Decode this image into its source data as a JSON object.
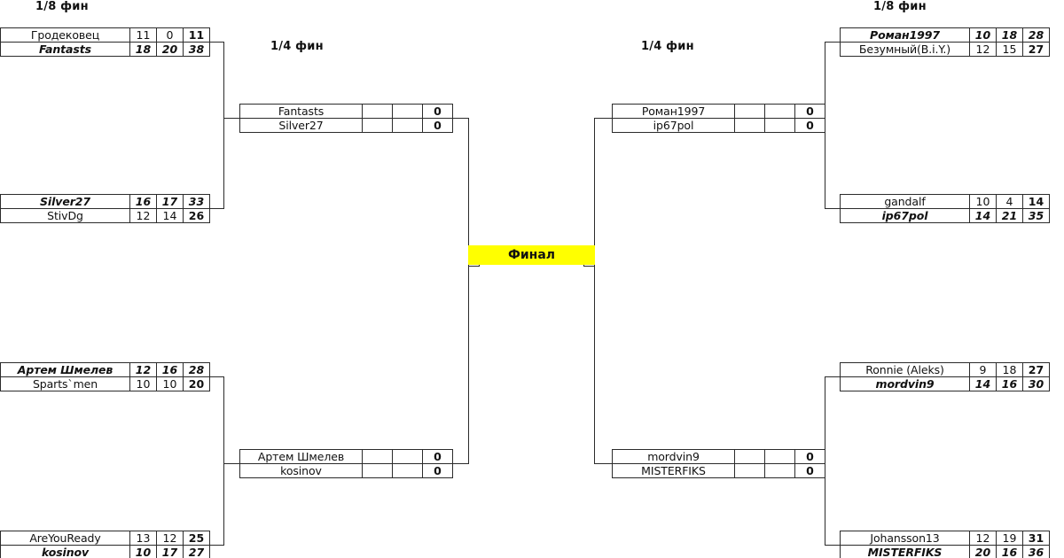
{
  "labels": {
    "r8_left": "1/8 фин",
    "r8_right": "1/8 фин",
    "r4_left": "1/4 фин",
    "r4_right": "1/4 фин",
    "final": "Финал"
  },
  "colors": {
    "final_highlight": "#ffff00",
    "line": "#2b2b2b",
    "text": "#111111",
    "background": "#ffffff"
  },
  "matches": {
    "left_r8_1": {
      "rows": [
        {
          "name": "Гродековец",
          "s1": "11",
          "s2": "0",
          "total": "11",
          "winner": false
        },
        {
          "name": "Fantasts",
          "s1": "18",
          "s2": "20",
          "total": "38",
          "winner": true
        }
      ]
    },
    "left_r8_2": {
      "rows": [
        {
          "name": "Silver27",
          "s1": "16",
          "s2": "17",
          "total": "33",
          "winner": true
        },
        {
          "name": "StivDg",
          "s1": "12",
          "s2": "14",
          "total": "26",
          "winner": false
        }
      ]
    },
    "left_r8_3": {
      "rows": [
        {
          "name": "Артем Шмелев",
          "s1": "12",
          "s2": "16",
          "total": "28",
          "winner": true
        },
        {
          "name": "Sparts`men",
          "s1": "10",
          "s2": "10",
          "total": "20",
          "winner": false
        }
      ]
    },
    "left_r8_4": {
      "rows": [
        {
          "name": "AreYouReady",
          "s1": "13",
          "s2": "12",
          "total": "25",
          "winner": false
        },
        {
          "name": "kosinov",
          "s1": "10",
          "s2": "17",
          "total": "27",
          "winner": true
        }
      ]
    },
    "right_r8_1": {
      "rows": [
        {
          "name": "Роман1997",
          "s1": "10",
          "s2": "18",
          "total": "28",
          "winner": true
        },
        {
          "name": "Безумный(B.i.Y.)",
          "s1": "12",
          "s2": "15",
          "total": "27",
          "winner": false
        }
      ]
    },
    "right_r8_2": {
      "rows": [
        {
          "name": "gandalf",
          "s1": "10",
          "s2": "4",
          "total": "14",
          "winner": false
        },
        {
          "name": "ip67pol",
          "s1": "14",
          "s2": "21",
          "total": "35",
          "winner": true
        }
      ]
    },
    "right_r8_3": {
      "rows": [
        {
          "name": "Ronnie (Aleks)",
          "s1": "9",
          "s2": "18",
          "total": "27",
          "winner": false
        },
        {
          "name": "mordvin9",
          "s1": "14",
          "s2": "16",
          "total": "30",
          "winner": true
        }
      ]
    },
    "right_r8_4": {
      "rows": [
        {
          "name": "Johansson13",
          "s1": "12",
          "s2": "19",
          "total": "31",
          "winner": false
        },
        {
          "name": "MISTERFIKS",
          "s1": "20",
          "s2": "16",
          "total": "36",
          "winner": true
        }
      ]
    },
    "left_r4_top": {
      "rows": [
        {
          "name": "Fantasts",
          "s1": "",
          "s2": "",
          "total": "0",
          "winner": false
        },
        {
          "name": "Silver27",
          "s1": "",
          "s2": "",
          "total": "0",
          "winner": false
        }
      ]
    },
    "left_r4_bottom": {
      "rows": [
        {
          "name": "Артем Шмелев",
          "s1": "",
          "s2": "",
          "total": "0",
          "winner": false
        },
        {
          "name": "kosinov",
          "s1": "",
          "s2": "",
          "total": "0",
          "winner": false
        }
      ]
    },
    "right_r4_top": {
      "rows": [
        {
          "name": "Роман1997",
          "s1": "",
          "s2": "",
          "total": "0",
          "winner": false
        },
        {
          "name": "ip67pol",
          "s1": "",
          "s2": "",
          "total": "0",
          "winner": false
        }
      ]
    },
    "right_r4_bottom": {
      "rows": [
        {
          "name": "mordvin9",
          "s1": "",
          "s2": "",
          "total": "0",
          "winner": false
        },
        {
          "name": "MISTERFIKS",
          "s1": "",
          "s2": "",
          "total": "0",
          "winner": false
        }
      ]
    }
  }
}
